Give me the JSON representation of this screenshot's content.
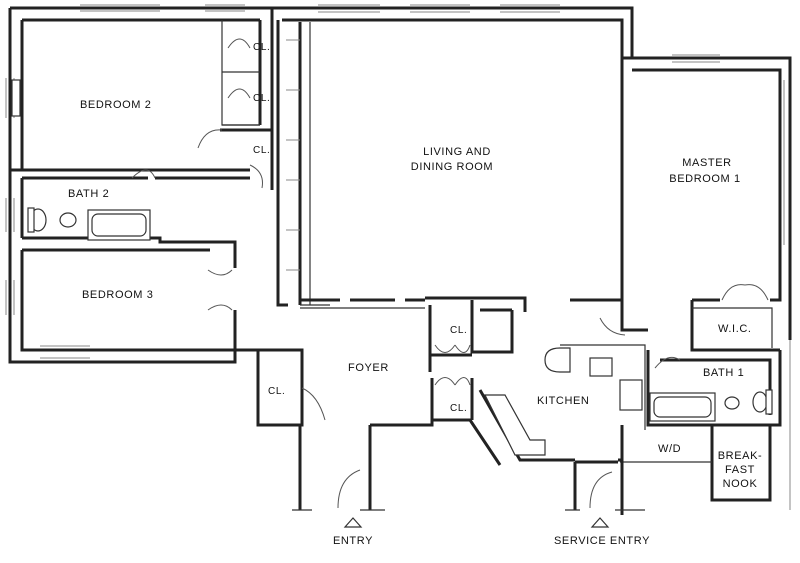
{
  "rooms": {
    "bedroom2": "BEDROOM 2",
    "cl1": "CL.",
    "cl2": "CL.",
    "cl3": "CL.",
    "bath2": "BATH 2",
    "bedroom3": "BEDROOM 3",
    "living_line1": "LIVING AND",
    "living_line2": "DINING ROOM",
    "master_line1": "MASTER",
    "master_line2": "BEDROOM 1",
    "cl_center_top": "CL.",
    "cl_center_bottom": "CL.",
    "foyer": "FOYER",
    "cl_foyer": "CL.",
    "kitchen": "KITCHEN",
    "wic": "W.I.C.",
    "bath1": "BATH 1",
    "wd": "W/D",
    "nook_line1": "BREAK-",
    "nook_line2": "FAST",
    "nook_line3": "NOOK"
  },
  "entries": {
    "main": "ENTRY",
    "service": "SERVICE ENTRY"
  }
}
